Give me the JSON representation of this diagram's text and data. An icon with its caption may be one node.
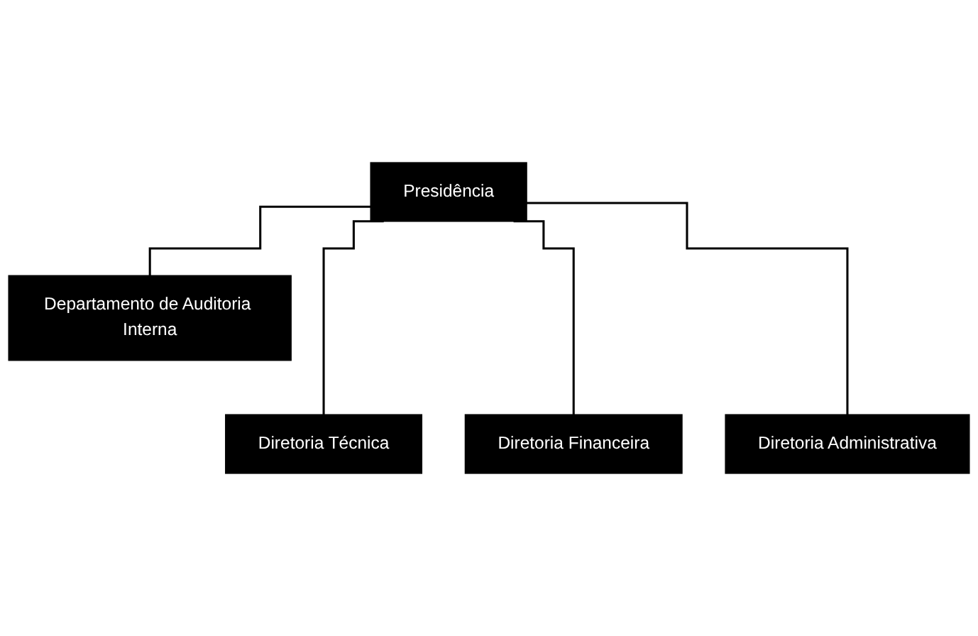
{
  "diagram": {
    "nodes": [
      {
        "text": [
          "Presidência"
        ]
      },
      {
        "text": [
          "Departamento de Auditoria Interna"
        ]
      },
      {
        "text": [
          "Diretoria Técnica"
        ]
      },
      {
        "text": [
          "Diretoria Financeira"
        ]
      },
      {
        "text": [
          "Diretoria Administrativa"
        ]
      }
    ],
    "edges": [
      {
        "from": 0,
        "to": 1,
        "arrow": "none"
      },
      {
        "from": 0,
        "to": 2,
        "arrow": "none"
      },
      {
        "from": 0,
        "to": 3,
        "arrow": "none"
      },
      {
        "from": 0,
        "to": 4,
        "arrow": "none"
      }
    ]
  }
}
